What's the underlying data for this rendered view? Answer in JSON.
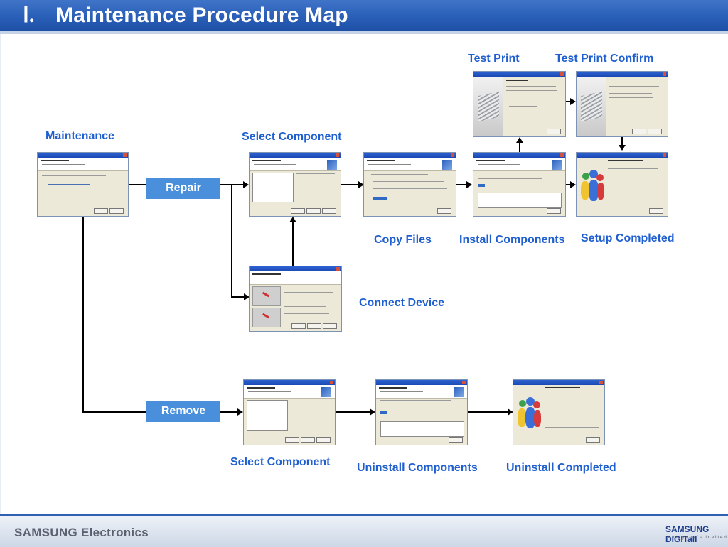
{
  "slide": {
    "title_prefix": "Ⅰ.",
    "title": "Maintenance Procedure Map"
  },
  "labels": {
    "maintenance": "Maintenance",
    "select_component_top": "Select Component",
    "test_print": "Test Print",
    "test_print_confirm": "Test Print Confirm",
    "copy_files": "Copy Files",
    "install_components": "Install Components",
    "setup_completed": "Setup Completed",
    "connect_device": "Connect Device",
    "select_component_bottom": "Select Component",
    "uninstall_components": "Uninstall Components",
    "uninstall_completed": "Uninstall Completed"
  },
  "buttons": {
    "repair": "Repair",
    "remove": "Remove"
  },
  "footer": {
    "brand": "SAMSUNG Electronics",
    "logo": "SAMSUNG DIGITall",
    "tagline": "everyone's invited"
  },
  "colors": {
    "title_bar": "#2a5fb8",
    "label_blue": "#1f5fd0",
    "button_blue": "#4a8fdc"
  }
}
